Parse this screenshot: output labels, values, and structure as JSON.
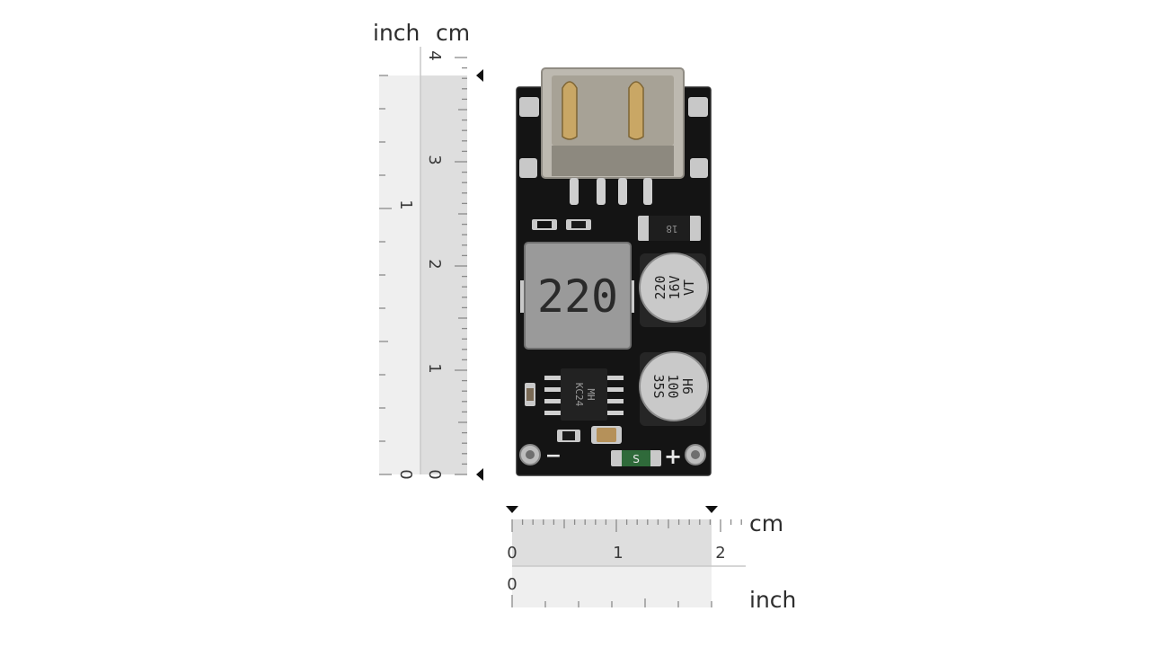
{
  "rulers": {
    "vertical": {
      "inch_label": "inch",
      "cm_label": "cm",
      "cm_ticks": [
        "0",
        "1",
        "2",
        "3",
        "4"
      ],
      "inch_ticks": [
        "0",
        "1"
      ]
    },
    "horizontal": {
      "cm_label": "cm",
      "inch_label": "inch",
      "cm_ticks": [
        "0",
        "1",
        "2"
      ],
      "inch_ticks": [
        "0"
      ]
    },
    "colors": {
      "inch_band": "#efefef",
      "cm_band": "#dedede",
      "tick": "#8a8a8a",
      "marker": "#111111"
    }
  },
  "board": {
    "inductor_marking": "220",
    "capacitor_top": {
      "lines": [
        "220",
        "16V",
        "VT"
      ]
    },
    "capacitor_bottom": {
      "lines": [
        "H6",
        "100",
        "35S"
      ]
    },
    "ic_marking": [
      "MH",
      "KC24"
    ],
    "diode_marking": "18",
    "polarity_minus": "−",
    "polarity_plus": "+",
    "resistor_s": "S",
    "colors": {
      "pcb": "#141414",
      "pad": "#c8c8c8",
      "usb": "#bdb9b0",
      "inductor": "#9a9a9a",
      "cap": "#c9c9c9"
    }
  }
}
